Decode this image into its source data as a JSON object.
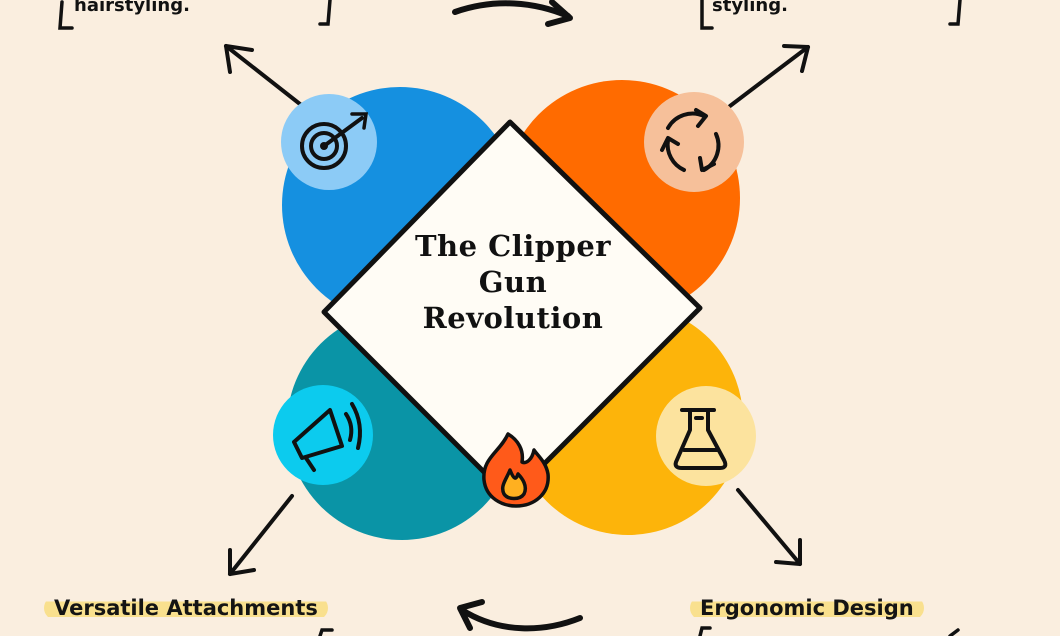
{
  "diagram": {
    "title_lines": [
      "The Clipper",
      "Gun",
      "Revolution"
    ],
    "top_left_text": "hairstyling.",
    "top_right_text": "styling.",
    "bottom_left_label": "Versatile Attachments",
    "bottom_right_label": "Ergonomic Design",
    "icons": {
      "top_left": "target-arrow-icon",
      "top_right": "recycle-arrows-icon",
      "bottom_left": "megaphone-icon",
      "bottom_right": "flask-icon",
      "center_bottom": "fire-icon"
    },
    "colors": {
      "background": "#FAEEDF",
      "blue": "#1590E0",
      "orange": "#FF6B00",
      "teal": "#0A94A6",
      "yellow": "#FDB40A",
      "center": "#FFFCF5",
      "highlight": "#F9E08E"
    }
  }
}
